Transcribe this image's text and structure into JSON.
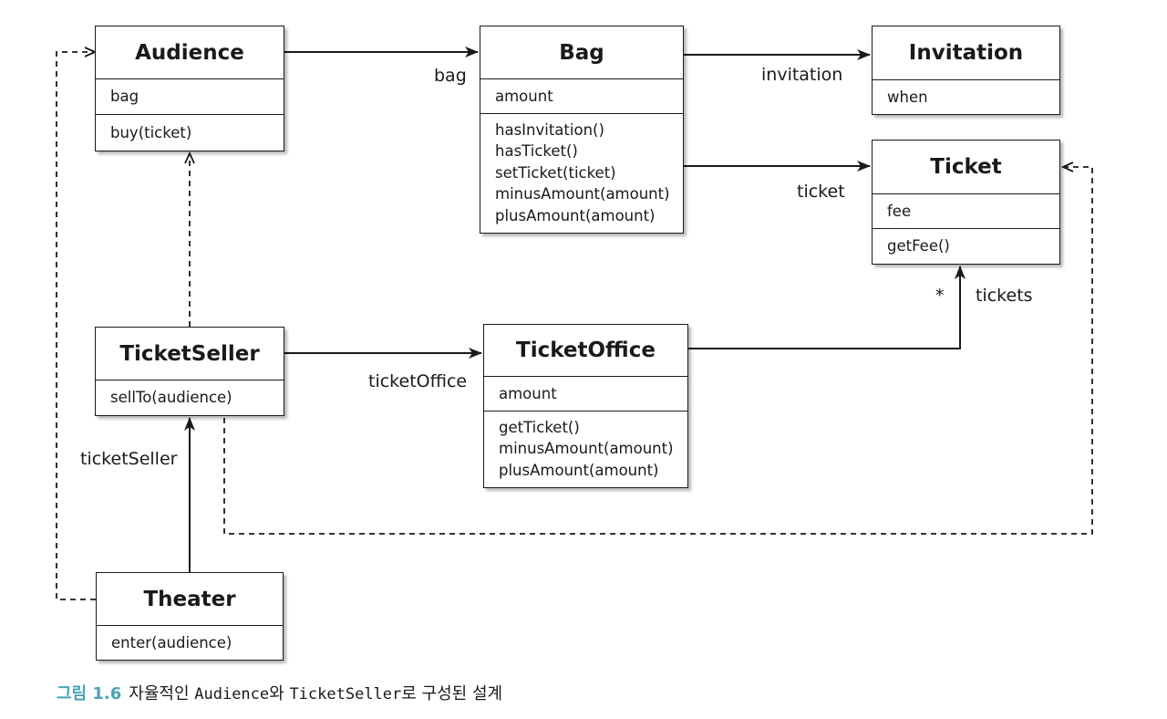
{
  "classes": {
    "audience": {
      "name": "Audience",
      "attributes": [
        "bag"
      ],
      "methods": [
        "buy(ticket)"
      ]
    },
    "bag": {
      "name": "Bag",
      "attributes": [
        "amount"
      ],
      "methods": [
        "hasInvitation()",
        "hasTicket()",
        "setTicket(ticket)",
        "minusAmount(amount)",
        "plusAmount(amount)"
      ]
    },
    "invitation": {
      "name": "Invitation",
      "attributes": [
        "when"
      ],
      "methods": []
    },
    "ticket": {
      "name": "Ticket",
      "attributes": [
        "fee"
      ],
      "methods": [
        "getFee()"
      ]
    },
    "ticket_seller": {
      "name": "TicketSeller",
      "methods": [
        "sellTo(audience)"
      ]
    },
    "ticket_office": {
      "name": "TicketOffice",
      "attributes": [
        "amount"
      ],
      "methods": [
        "getTicket()",
        "minusAmount(amount)",
        "plusAmount(amount)"
      ]
    },
    "theater": {
      "name": "Theater",
      "methods": [
        "enter(audience)"
      ]
    }
  },
  "associations": {
    "audience_bag": "bag",
    "bag_invitation": "invitation",
    "bag_ticket": "ticket",
    "ticketseller_ticketoffice": "ticketOffice",
    "ticketoffice_ticket": "tickets",
    "ticketoffice_ticket_multiplicity": "*",
    "theater_ticketseller": "ticketSeller"
  },
  "caption": {
    "figure": "그림 1.6",
    "pre": "자율적인 ",
    "code1": "Audience",
    "mid": "와 ",
    "code2": "TicketSeller",
    "post": "로 구성된 설계"
  }
}
